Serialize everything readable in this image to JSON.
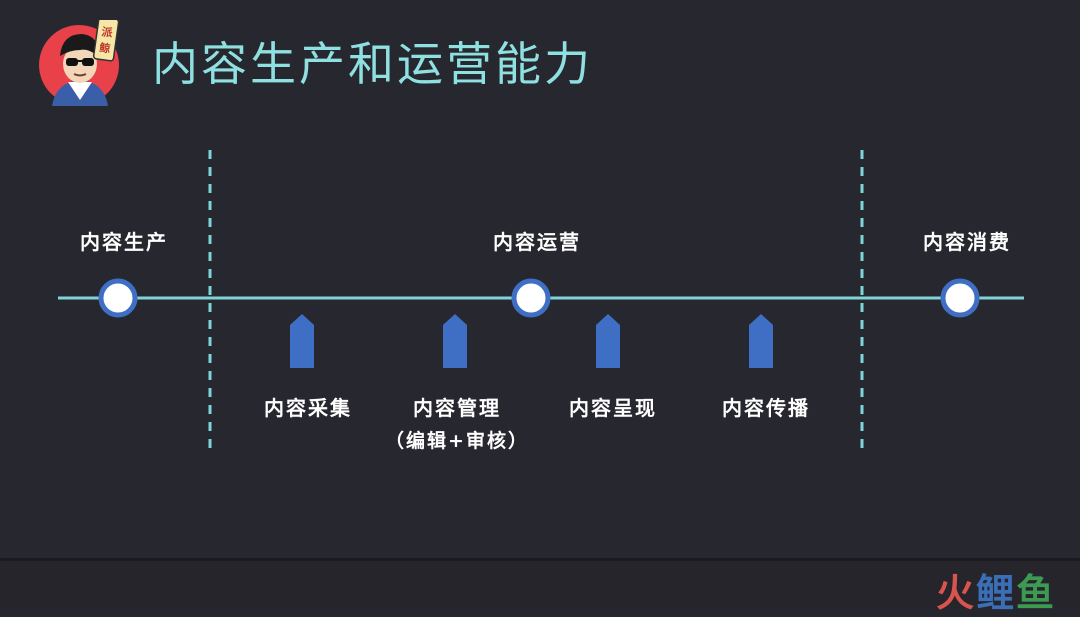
{
  "title": "内容生产和运营能力",
  "stages": {
    "production": "内容生产",
    "operation": "内容运营",
    "consumption": "内容消费"
  },
  "steps": [
    {
      "label": "内容采集"
    },
    {
      "label": "内容管理",
      "sub": "（编辑+审核）"
    },
    {
      "label": "内容呈现"
    },
    {
      "label": "内容传播"
    }
  ],
  "avatar_sign_text": "派 鲸",
  "watermark": {
    "part1": "火",
    "part2": "鲤",
    "part3": "鱼"
  },
  "colors": {
    "background": "#27272f",
    "title": "#8fe0e0",
    "line": "#7fd4d8",
    "node_border": "#3f6fc4",
    "arrow": "#3f6fc4",
    "text": "#ffffff"
  }
}
